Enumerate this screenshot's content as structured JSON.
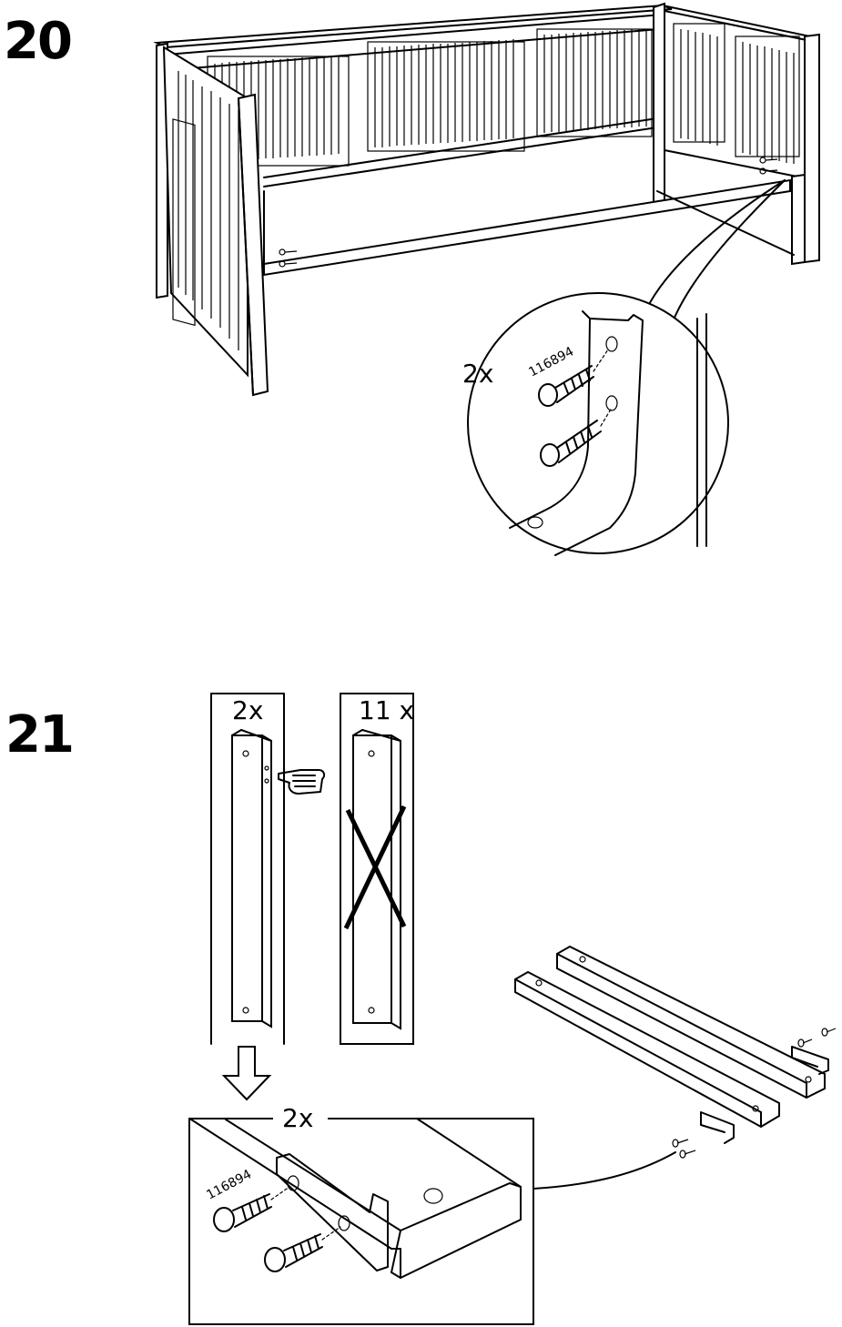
{
  "steps": [
    {
      "number": "20",
      "detail_callout": {
        "quantity": "2x",
        "part_number": "116894"
      }
    },
    {
      "number": "21",
      "boards": [
        {
          "quantity": "2x",
          "status": "use"
        },
        {
          "quantity": "11 x",
          "status": "do-not-use"
        }
      ],
      "detail_callout": {
        "quantity": "2x",
        "part_number": "116894"
      }
    }
  ]
}
